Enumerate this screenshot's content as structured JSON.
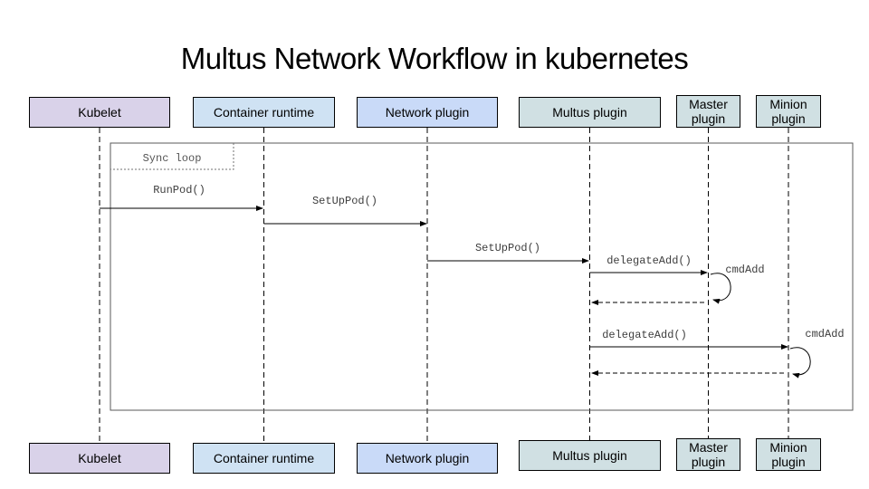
{
  "title": "Multus Network Workflow in kubernetes",
  "actors": [
    {
      "label": "Kubelet",
      "color": "#d9d2e9"
    },
    {
      "label": "Container runtime",
      "color": "#cfe2f3"
    },
    {
      "label": "Network plugin",
      "color": "#c9daf8"
    },
    {
      "label": "Multus plugin",
      "color": "#d0e0e3"
    },
    {
      "label": "Master plugin",
      "color": "#d0e0e3"
    },
    {
      "label": "Minion plugin",
      "color": "#d0e0e3"
    }
  ],
  "fragment": {
    "label": "Sync loop"
  },
  "messages": [
    {
      "label": "RunPod()",
      "from": "Kubelet",
      "to": "Container runtime",
      "style": "solid"
    },
    {
      "label": "SetUpPod()",
      "from": "Container runtime",
      "to": "Network plugin",
      "style": "solid"
    },
    {
      "label": "SetUpPod()",
      "from": "Network plugin",
      "to": "Multus plugin",
      "style": "solid"
    },
    {
      "label": "delegateAdd()",
      "from": "Multus plugin",
      "to": "Master plugin",
      "style": "solid"
    },
    {
      "label": "cmdAdd",
      "actor": "Master plugin",
      "style": "self-loop"
    },
    {
      "label": "",
      "from": "Master plugin",
      "to": "Multus plugin",
      "style": "dashed-return"
    },
    {
      "label": "delegateAdd()",
      "from": "Multus plugin",
      "to": "Minion plugin",
      "style": "solid"
    },
    {
      "label": "cmdAdd",
      "actor": "Minion plugin",
      "style": "self-loop"
    },
    {
      "label": "",
      "from": "Minion plugin",
      "to": "Multus plugin",
      "style": "dashed-return"
    }
  ]
}
